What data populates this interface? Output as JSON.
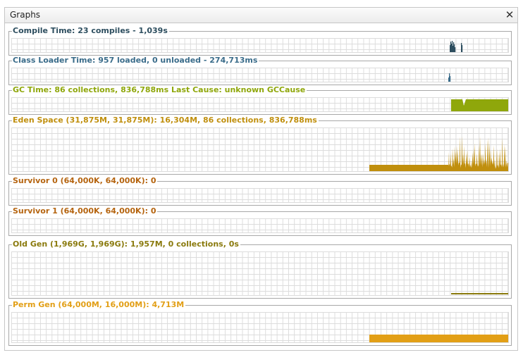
{
  "window": {
    "title": "Graphs"
  },
  "colors": {
    "compile": "#2d4e5f",
    "classloader": "#3a6c8a",
    "gc": "#8fa70b",
    "eden": "#c08f0d",
    "survivor": "#b5640f",
    "oldgen": "#8a7a0d",
    "permgen": "#e29f16"
  },
  "panels": {
    "compile": {
      "label": "Compile Time: 23 compiles - 1,039s"
    },
    "classloader": {
      "label": "Class Loader Time: 957 loaded, 0 unloaded - 274,713ms"
    },
    "gc": {
      "label": "GC Time: 86 collections, 836,788ms Last Cause: unknown GCCause"
    },
    "eden": {
      "label": "Eden Space (31,875M, 31,875M): 16,304M, 86 collections, 836,788ms"
    },
    "survivor0": {
      "label": "Survivor 0 (64,000K, 64,000K): 0"
    },
    "survivor1": {
      "label": "Survivor 1 (64,000K, 64,000K): 0"
    },
    "oldgen": {
      "label": "Old Gen (1,969G, 1,969G): 1,957M, 0 collections, 0s"
    },
    "permgen": {
      "label": "Perm Gen (64,000M, 16,000M): 4,713M"
    }
  }
}
